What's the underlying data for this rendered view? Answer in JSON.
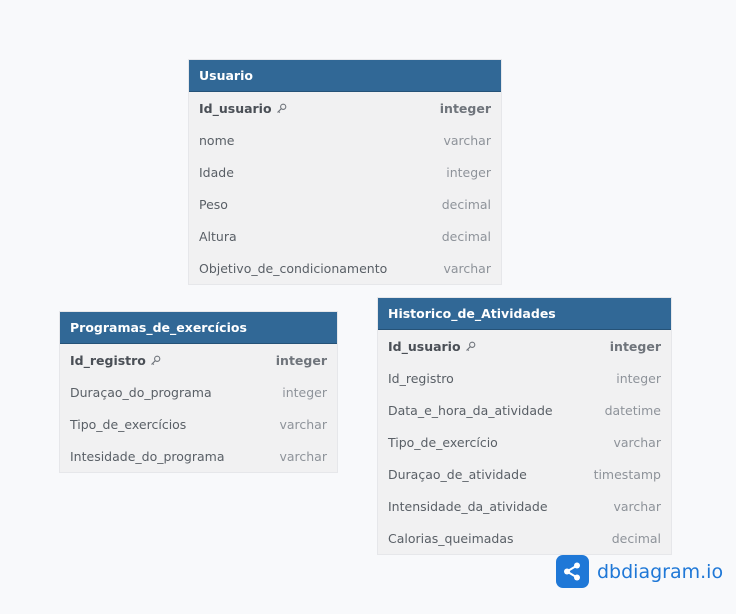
{
  "tables": [
    {
      "title": "Usuario",
      "fields": [
        {
          "name": "Id_usuario",
          "type": "integer",
          "pk": true
        },
        {
          "name": "nome",
          "type": "varchar"
        },
        {
          "name": "Idade",
          "type": "integer"
        },
        {
          "name": "Peso",
          "type": "decimal"
        },
        {
          "name": "Altura",
          "type": "decimal"
        },
        {
          "name": "Objetivo_de_condicionamento",
          "type": "varchar"
        }
      ]
    },
    {
      "title": "Programas_de_exercícios",
      "fields": [
        {
          "name": "Id_registro",
          "type": "integer",
          "pk": true
        },
        {
          "name": "Duraçao_do_programa",
          "type": "integer"
        },
        {
          "name": "Tipo_de_exercícios",
          "type": "varchar"
        },
        {
          "name": "Intesidade_do_programa",
          "type": "varchar"
        }
      ]
    },
    {
      "title": "Historico_de_Atividades",
      "fields": [
        {
          "name": "Id_usuario",
          "type": "integer",
          "pk": true
        },
        {
          "name": "Id_registro",
          "type": "integer"
        },
        {
          "name": "Data_e_hora_da_atividade",
          "type": "datetime"
        },
        {
          "name": "Tipo_de_exercício",
          "type": "varchar"
        },
        {
          "name": "Duraçao_de_atividade",
          "type": "timestamp"
        },
        {
          "name": "Intensidade_da_atividade",
          "type": "varchar"
        },
        {
          "name": "Calorias_queimadas",
          "type": "decimal"
        }
      ]
    }
  ],
  "brand": {
    "text": "dbdiagram.io",
    "icon": "share-nodes-icon",
    "color": "#1f78d7"
  },
  "colors": {
    "header": "#316896",
    "body": "#f1f1f2"
  }
}
